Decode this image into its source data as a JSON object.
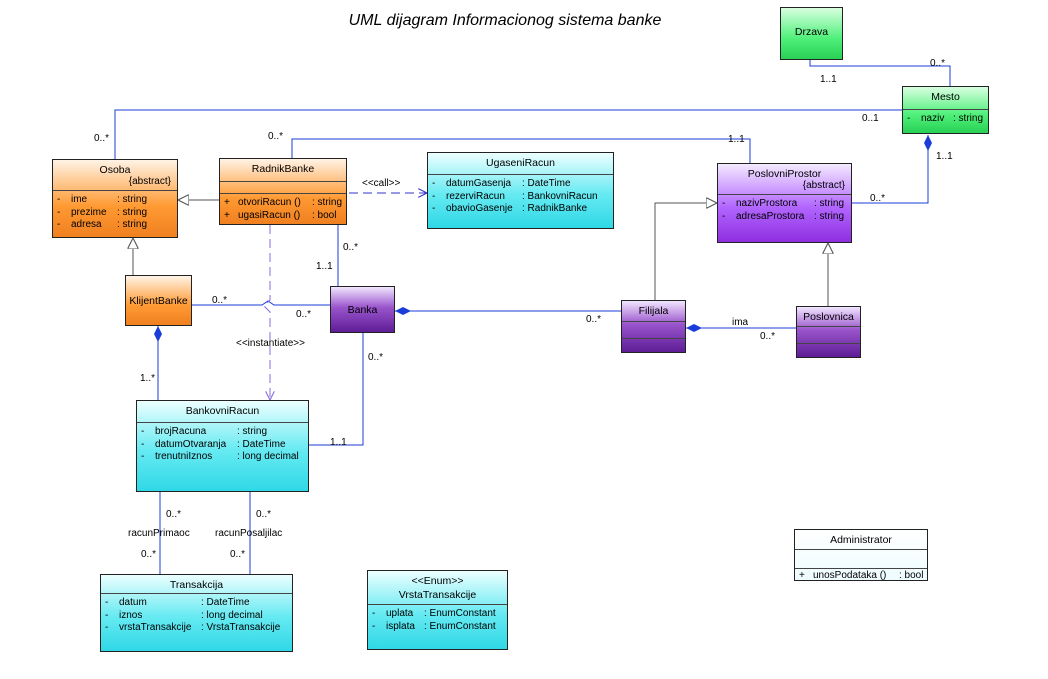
{
  "title": "UML dijagram Informacionog sistema banke",
  "classes": {
    "drzava": {
      "name": "Drzava"
    },
    "mesto": {
      "name": "Mesto",
      "attrs": [
        {
          "vis": "-",
          "name": "naziv",
          "type": ": string"
        }
      ]
    },
    "osoba": {
      "name": "Osoba",
      "stereotype": "{abstract}",
      "attrs": [
        {
          "vis": "-",
          "name": "ime",
          "type": ": string"
        },
        {
          "vis": "-",
          "name": "prezime",
          "type": ": string"
        },
        {
          "vis": "-",
          "name": "adresa",
          "type": ": string"
        }
      ]
    },
    "radnik": {
      "name": "RadnikBanke",
      "methods": [
        {
          "vis": "+",
          "name": "otvoriRacun ()",
          "type": ": string"
        },
        {
          "vis": "+",
          "name": "ugasiRacun ()",
          "type": ": bool"
        }
      ]
    },
    "ugaseni": {
      "name": "UgaseniRacun",
      "attrs": [
        {
          "vis": "-",
          "name": "datumGasenja",
          "type": ": DateTime"
        },
        {
          "vis": "-",
          "name": "rezerviRacun",
          "type": ": BankovniRacun"
        },
        {
          "vis": "-",
          "name": "obavioGasenje",
          "type": ": RadnikBanke"
        }
      ]
    },
    "poslovni": {
      "name": "PoslovniProstor",
      "stereotype": "{abstract}",
      "attrs": [
        {
          "vis": "-",
          "name": "nazivProstora",
          "type": ": string"
        },
        {
          "vis": "-",
          "name": "adresaProstora",
          "type": ": string"
        }
      ]
    },
    "klijent": {
      "name": "KlijentBanke"
    },
    "banka": {
      "name": "Banka"
    },
    "filijala": {
      "name": "Filijala"
    },
    "poslovnica": {
      "name": "Poslovnica"
    },
    "racun": {
      "name": "BankovniRacun",
      "attrs": [
        {
          "vis": "-",
          "name": "brojRacuna",
          "type": ": string"
        },
        {
          "vis": "-",
          "name": "datumOtvaranja",
          "type": ": DateTime"
        },
        {
          "vis": "-",
          "name": "trenutniIznos",
          "type": ": long decimal"
        }
      ]
    },
    "transakcija": {
      "name": "Transakcija",
      "attrs": [
        {
          "vis": "-",
          "name": "datum",
          "type": ": DateTime"
        },
        {
          "vis": "-",
          "name": "iznos",
          "type": ": long decimal"
        },
        {
          "vis": "-",
          "name": "vrstaTransakcije",
          "type": ": VrstaTransakcije"
        }
      ]
    },
    "vrsta": {
      "name": "VrstaTransakcije",
      "stereotype": "<<Enum>>",
      "attrs": [
        {
          "vis": "-",
          "name": "uplata",
          "type": ": EnumConstant"
        },
        {
          "vis": "-",
          "name": "isplata",
          "type": ": EnumConstant"
        }
      ]
    },
    "admin": {
      "name": "Administrator",
      "methods": [
        {
          "vis": "+",
          "name": "unosPodataka ()",
          "type": ": bool"
        }
      ]
    }
  },
  "labels": {
    "drzava_mesto_a": "1..1",
    "drzava_mesto_b": "0..*",
    "osoba_mesto_a": "0..*",
    "osoba_mesto_b": "0..1",
    "radnik_pp_a": "0..*",
    "radnik_pp_b": "1..1",
    "mesto_pp_a": "1..1",
    "mesto_pp_b": "0..*",
    "call": "<<call>>",
    "radnik_banka_a": "0..*",
    "radnik_banka_b": "1..1",
    "klijent_banka_a": "0..*",
    "klijent_banka_b": "0..*",
    "instantiate": "<<instantiate>>",
    "banka_racun_a": "0..*",
    "banka_racun_b": "1..1",
    "klijent_racun": "1..*",
    "banka_filijala": "0..*",
    "ima": "ima",
    "ima_mult": "0..*",
    "racun_prim_a": "0..*",
    "racun_prim_role": "racunPrimaoc",
    "racun_prim_b": "0..*",
    "racun_pos_a": "0..*",
    "racun_pos_role": "racunPosaljilac",
    "racun_pos_b": "0..*"
  }
}
